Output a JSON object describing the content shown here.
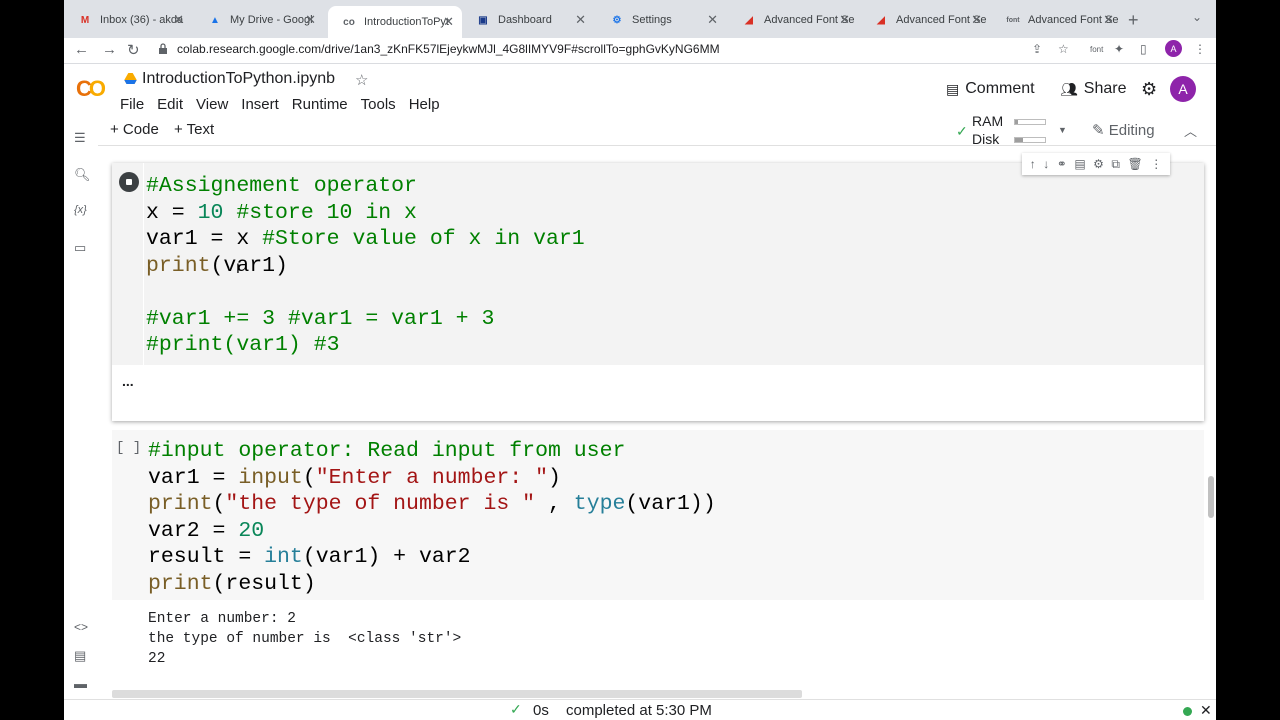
{
  "browser": {
    "tabs": [
      {
        "title": "Inbox (36) - akda",
        "favicon": "M",
        "favicon_color": "#d93025"
      },
      {
        "title": "My Drive - Googl",
        "favicon": "▲",
        "favicon_color": "#1a73e8"
      },
      {
        "title": "IntroductionToPyt",
        "favicon": "co",
        "favicon_color": "#5f6368"
      },
      {
        "title": "Dashboard",
        "favicon": "▣",
        "favicon_color": "#1a3a8a"
      },
      {
        "title": "Settings",
        "favicon": "⚙",
        "favicon_color": "#1a73e8"
      },
      {
        "title": "Advanced Font Se",
        "favicon": "◢",
        "favicon_color": "#d93025"
      },
      {
        "title": "Advanced Font Se",
        "favicon": "◢",
        "favicon_color": "#d93025"
      },
      {
        "title": "Advanced Font Se",
        "favicon": "font",
        "favicon_color": "#5f6368"
      }
    ],
    "url": "colab.research.google.com/drive/1an3_zKnFK57lEjeykwMJl_4G8lIMYV9F#scrollTo=gphGvKyNG6MM",
    "ext_label": "font",
    "profile_initial": "A"
  },
  "colab": {
    "notebook_name": "IntroductionToPython.ipynb",
    "menu": [
      "File",
      "Edit",
      "View",
      "Insert",
      "Runtime",
      "Tools",
      "Help"
    ],
    "comment_label": "Comment",
    "share_label": "Share",
    "avatar_initial": "A",
    "add_code": "+ Code",
    "add_text": "+ Text",
    "ram_label": "RAM",
    "disk_label": "Disk",
    "editing_label": "Editing"
  },
  "cell1": {
    "lines": [
      [
        {
          "t": "#Assignement operator",
          "c": "cm"
        }
      ],
      [
        {
          "t": "x = "
        },
        {
          "t": "10",
          "c": "nm"
        },
        {
          "t": " #store 10 in x",
          "c": "cm"
        }
      ],
      [
        {
          "t": "var1 = x "
        },
        {
          "t": "#Store value of x in var1",
          "c": "cm"
        }
      ],
      [
        {
          "t": "print",
          "c": "bi"
        },
        {
          "t": "(var1)"
        }
      ],
      [
        {
          "t": ""
        }
      ],
      [
        {
          "t": "#var1 += 3 #var1 = var1 + 3",
          "c": "cm"
        }
      ],
      [
        {
          "t": "#print(var1) #3",
          "c": "cm"
        }
      ]
    ],
    "output_indicator": "..."
  },
  "cell2": {
    "bracket": "[ ]",
    "lines": [
      [
        {
          "t": "#input operator: Read input from user",
          "c": "cm"
        }
      ],
      [
        {
          "t": "var1 = "
        },
        {
          "t": "input",
          "c": "bi"
        },
        {
          "t": "("
        },
        {
          "t": "\"Enter a number: \"",
          "c": "st"
        },
        {
          "t": ")"
        }
      ],
      [
        {
          "t": "print",
          "c": "bi"
        },
        {
          "t": "("
        },
        {
          "t": "\"the type of number is \"",
          "c": "st"
        },
        {
          "t": " , "
        },
        {
          "t": "type",
          "c": "ty"
        },
        {
          "t": "(var1))"
        }
      ],
      [
        {
          "t": "var2 = "
        },
        {
          "t": "20",
          "c": "nm"
        }
      ],
      [
        {
          "t": "result = "
        },
        {
          "t": "int",
          "c": "ty"
        },
        {
          "t": "(var1) + var2"
        }
      ],
      [
        {
          "t": "print",
          "c": "bi"
        },
        {
          "t": "(result)"
        }
      ]
    ],
    "output": [
      "Enter a number: 2",
      "the type of number is  <class 'str'>",
      "22"
    ]
  },
  "status": {
    "time": "0s",
    "text": "completed at 5:30 PM"
  }
}
